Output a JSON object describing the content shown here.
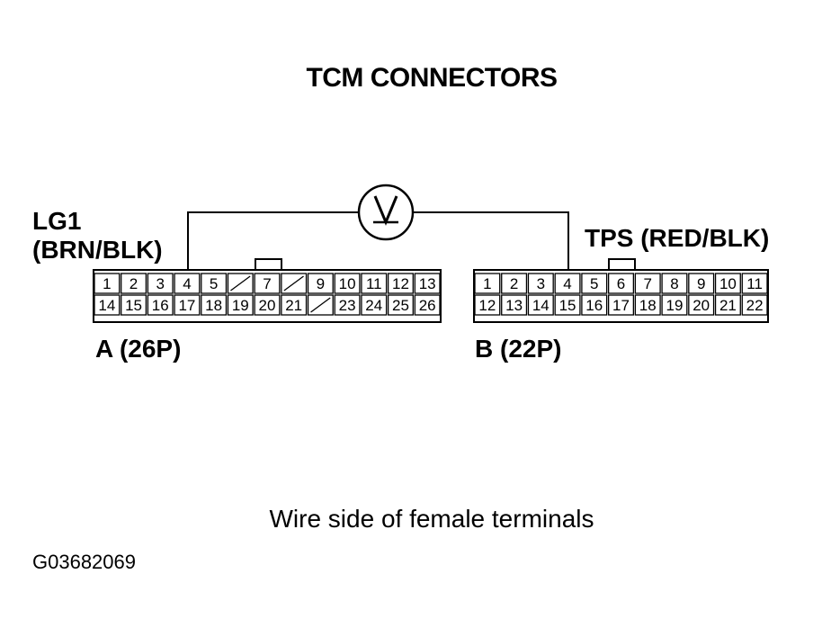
{
  "title": "TCM CONNECTORS",
  "meter_symbol": "V",
  "connectors": [
    {
      "id": "A",
      "label": "A (26P)",
      "wire_label_line1": "LG1",
      "wire_label_line2": "(BRN/BLK)",
      "probe_terminal": "4",
      "row1": [
        "1",
        "2",
        "3",
        "4",
        "5",
        "",
        "7",
        "",
        "9",
        "10",
        "11",
        "12",
        "13"
      ],
      "row2": [
        "14",
        "15",
        "16",
        "17",
        "18",
        "19",
        "20",
        "21",
        "",
        "23",
        "24",
        "25",
        "26"
      ]
    },
    {
      "id": "B",
      "label": "B (22P)",
      "wire_label": "TPS (RED/BLK)",
      "probe_terminal": "4",
      "row1": [
        "1",
        "2",
        "3",
        "4",
        "5",
        "6",
        "7",
        "8",
        "9",
        "10",
        "11"
      ],
      "row2": [
        "12",
        "13",
        "14",
        "15",
        "16",
        "17",
        "18",
        "19",
        "20",
        "21",
        "22"
      ]
    }
  ],
  "caption": "Wire side of female terminals",
  "figure_code": "G03682069"
}
